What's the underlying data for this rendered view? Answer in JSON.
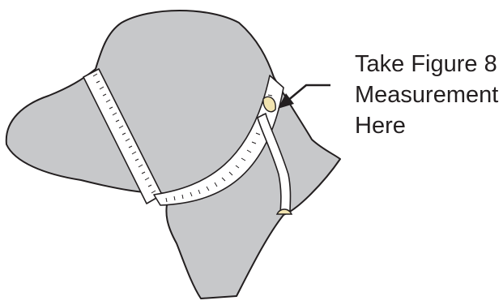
{
  "diagram": {
    "subject": "dog-head-silhouette",
    "annotation": {
      "lines": [
        "Take Figure 8",
        "Measurement",
        "Here"
      ]
    },
    "colors": {
      "silhouette_fill": "#c7c8ca",
      "outline": "#231f20",
      "tape_fill": "#ffffff",
      "tab_fill": "#f2e4b0",
      "text": "#231f20",
      "background": "#ffffff"
    }
  }
}
